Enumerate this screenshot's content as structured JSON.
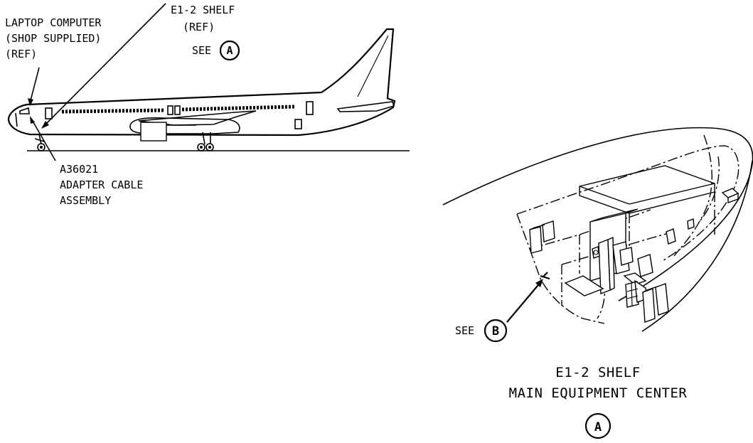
{
  "callouts": {
    "laptop": [
      "LAPTOP COMPUTER",
      "(SHOP SUPPLIED)",
      "(REF)"
    ],
    "shelf": [
      "E1-2 SHELF",
      "(REF)"
    ],
    "see_a": {
      "prefix": "SEE",
      "letter": "A"
    },
    "cable": [
      "A36021",
      "ADAPTER CABLE",
      "ASSEMBLY"
    ]
  },
  "detail_a": {
    "see_b": {
      "prefix": "SEE",
      "letter": "B"
    },
    "title_line1": "E1-2 SHELF",
    "title_line2": "MAIN EQUIPMENT CENTER",
    "view_letter": "A"
  }
}
